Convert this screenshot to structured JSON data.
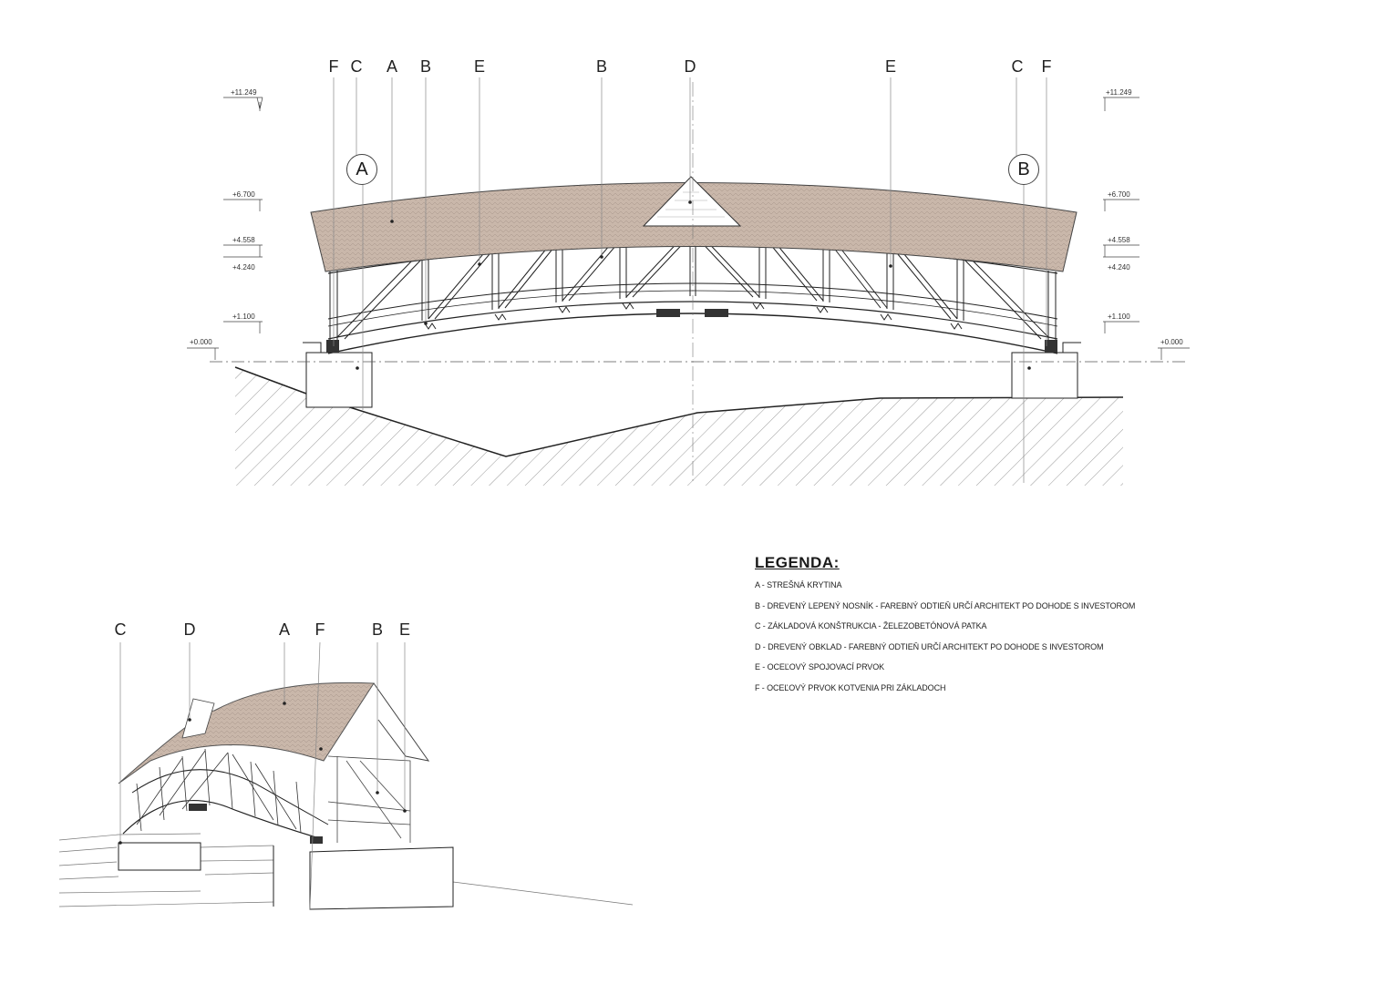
{
  "elevation": {
    "callouts": [
      "F",
      "C",
      "A",
      "B",
      "E",
      "B",
      "D",
      "E",
      "C",
      "F"
    ],
    "section_marks": [
      "A",
      "B"
    ],
    "levels_left": [
      "+11.249",
      "+6.700",
      "+4.558",
      "+4.240",
      "+1.100",
      "+0.000"
    ],
    "levels_right": [
      "+11.249",
      "+6.700",
      "+4.558",
      "+4.240",
      "+1.100",
      "+0.000"
    ]
  },
  "perspective": {
    "callouts": [
      "C",
      "D",
      "A",
      "F",
      "B",
      "E"
    ]
  },
  "legend": {
    "title": "LEGENDA:",
    "items": [
      "A - STREŠNÁ KRYTINA",
      "B - DREVENÝ LEPENÝ NOSNÍK - FAREBNÝ ODTIEŇ URČÍ ARCHITEKT PO DOHODE S INVESTOROM",
      "C - ZÁKLADOVÁ KONŠTRUKCIA - ŽELEZOBETÓNOVÁ PATKA",
      "D - DREVENÝ OBKLAD - FAREBNÝ ODTIEŇ URČÍ ARCHITEKT PO DOHODE S INVESTOROM",
      "E - OCEĽOVÝ SPOJOVACÍ PRVOK",
      "F - OCEĽOVÝ PRVOK KOTVENIA PRI ZÁKLADOCH"
    ]
  },
  "colors": {
    "roof": "#c9b7aa",
    "line": "#2a2a2a",
    "hatch": "#9a9a9a"
  }
}
